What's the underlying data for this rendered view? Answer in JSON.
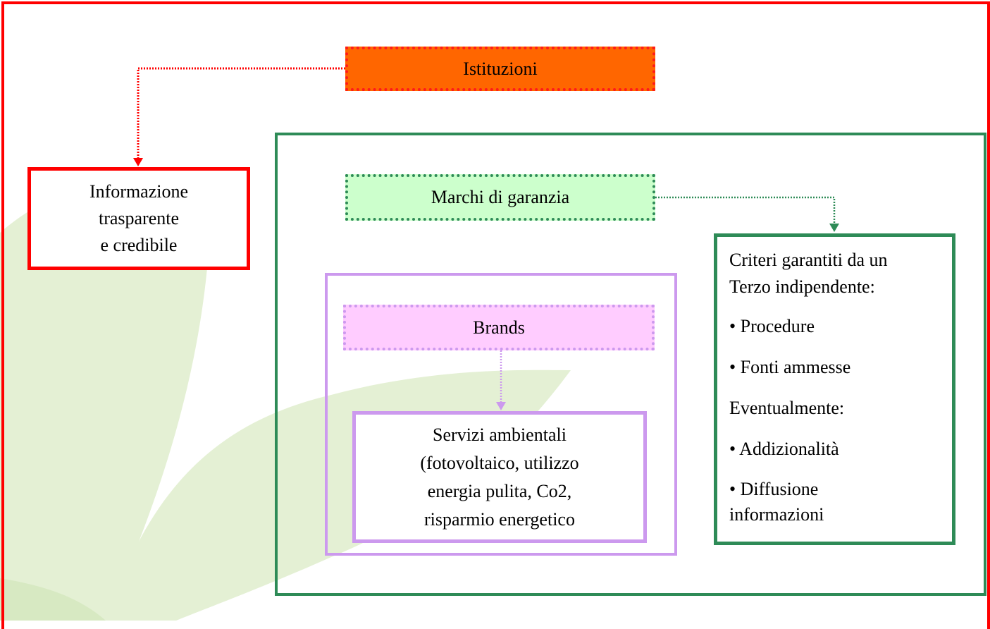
{
  "nodes": {
    "istituzioni": "Istituzioni",
    "informazione": [
      "Informazione",
      "trasparente",
      "e credibile"
    ],
    "marchi": "Marchi di garanzia",
    "brands": "Brands",
    "servizi": [
      "Servizi ambientali",
      "(fotovoltaico, utilizzo",
      "energia pulita, Co2,",
      "risparmio energetico"
    ],
    "criteri": [
      "Criteri garantiti da un",
      "Terzo indipendente:",
      "• Procedure",
      "• Fonti ammesse",
      "Eventualmente:",
      "• Addizionalità",
      "• Diffusione",
      "informazioni"
    ]
  },
  "colors": {
    "frame": "#ff0000",
    "istituzioni_fill": "#ff6600",
    "marchi_fill": "#ccffcc",
    "brands_fill": "#ffccff",
    "green": "#2e8b57",
    "purple": "#cc99ee",
    "background_leaf": "#e4f0d4"
  }
}
